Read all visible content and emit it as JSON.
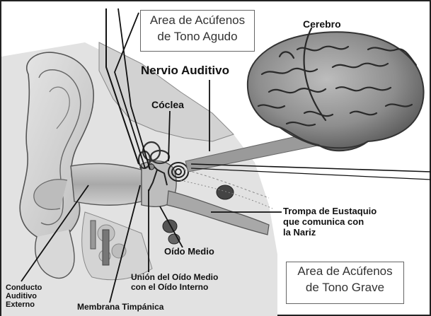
{
  "labels": {
    "high_tone_area": [
      "Area de Acúfenos",
      "de Tono Agudo"
    ],
    "brain": "Cerebro",
    "auditory_nerve": "Nervio Auditivo",
    "cochlea": "Cóclea",
    "eustachian_tube": [
      "Trompa de Eustaquio",
      "que comunica con",
      "la Nariz"
    ],
    "middle_ear": "Oído Medio",
    "junction": [
      "Unión del Oído Medio",
      "con el Oído Interno"
    ],
    "low_tone_area": [
      "Area de Acúfenos",
      "de Tono Grave"
    ],
    "ear_canal": [
      "Conducto",
      "Auditivo",
      "Externo"
    ],
    "eardrum": "Membrana Timpánica"
  }
}
